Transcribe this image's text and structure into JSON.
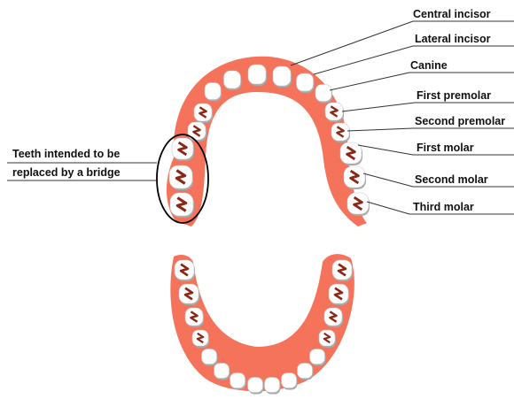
{
  "labels": {
    "central_incisor": "Central incisor",
    "lateral_incisor": "Lateral incisor",
    "canine": "Canine",
    "first_premolar": "First premolar",
    "second_premolar": "Second premolar",
    "first_molar": "First molar",
    "second_molar": "Second molar",
    "third_molar": "Third molar",
    "bridge_line1": "Teeth intended to be",
    "bridge_line2": "replaced by a bridge"
  },
  "colors": {
    "gum": "#f5735a",
    "tooth": "#ffffff",
    "tooth_shadow": "#a8a8a8",
    "fissure": "#8a2818",
    "line": "#333333",
    "highlight_outline": "#000000"
  }
}
